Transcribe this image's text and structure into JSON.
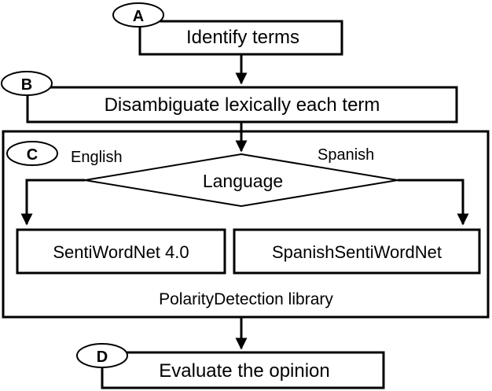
{
  "steps": {
    "a": {
      "marker": "A",
      "label": "Identify terms"
    },
    "b": {
      "marker": "B",
      "label": "Disambiguate lexically each term"
    },
    "c": {
      "marker": "C",
      "container_label": "PolarityDetection library"
    },
    "d": {
      "marker": "D",
      "label": "Evaluate the opinion"
    }
  },
  "decision": {
    "label": "Language",
    "left_branch": "English",
    "right_branch": "Spanish"
  },
  "resources": {
    "english": "SentiWordNet 4.0",
    "spanish": "SpanishSentiWordNet"
  }
}
